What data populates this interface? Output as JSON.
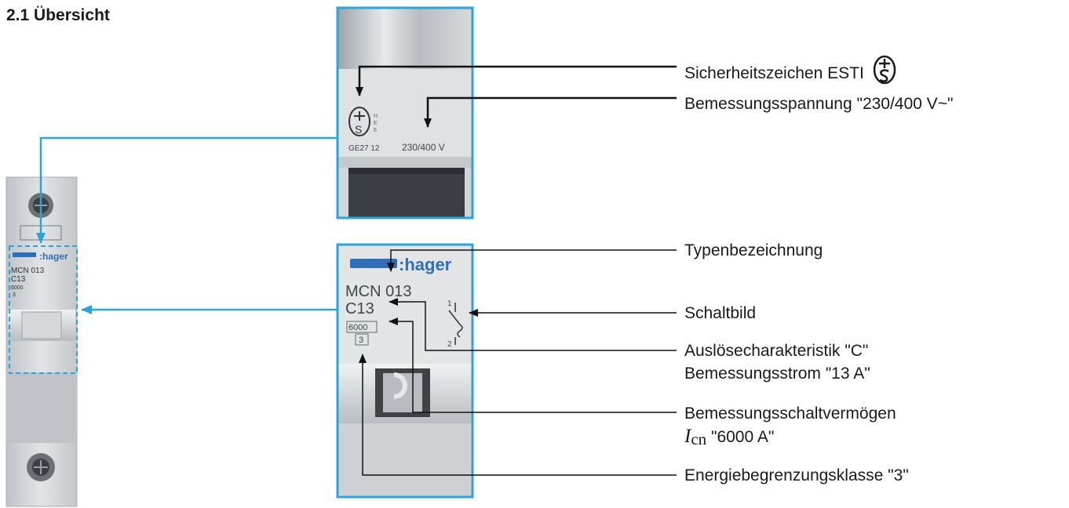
{
  "title": "2.1 Übersicht",
  "colors": {
    "accent": "#2aa5dc",
    "callout_line": "#111111",
    "device_body": "#c9cccf",
    "device_dark": "#3b3f44"
  },
  "top_detail": {
    "mark_letter": "S",
    "code": "GE27 12",
    "voltage": "230/400 V",
    "side_letters": "H\nE\n6"
  },
  "front_detail": {
    "brand": ":hager",
    "model": "MCN 013",
    "curve": "C13",
    "capacity": "6000",
    "class": "3",
    "terminal_top": "1",
    "terminal_bottom": "2"
  },
  "small_device": {
    "brand": ":hager",
    "model": "MCN 013",
    "curve": "C13",
    "capacity": "6000",
    "class": "3"
  },
  "labels": {
    "esti": "Sicherheitszeichen ESTI",
    "voltage": "Bemessungsspannung \"230/400 V~\"",
    "type": "Typenbezeichnung",
    "schematic": "Schaltbild",
    "characteristic_1": "Auslösecharakteristik \"C\"",
    "characteristic_2": "Bemessungsstrom \"13 A\"",
    "breaking_1": "Bemessungsschaltvermögen",
    "breaking_symbol": "I",
    "breaking_sub": "cn",
    "breaking_2": " \"6000 A\"",
    "energy": "Energiebegrenzungsklasse \"3\""
  }
}
